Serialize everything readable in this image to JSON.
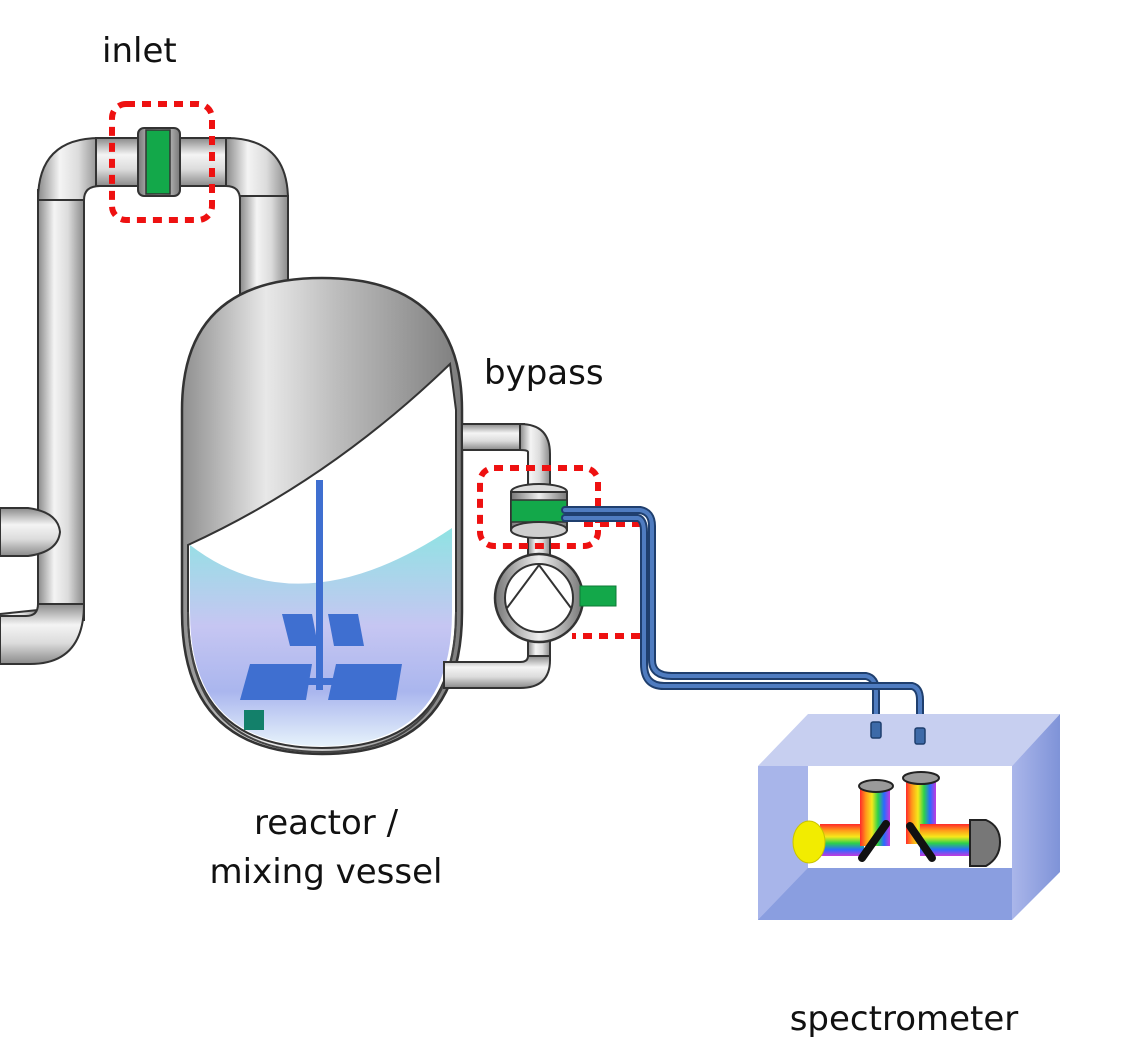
{
  "labels": {
    "inlet": "inlet",
    "bypass": "bypass",
    "reactor_line1": "reactor /",
    "reactor_line2": "mixing vessel",
    "spectrometer": "spectrometer"
  },
  "colors": {
    "pipe_outline": "#333333",
    "sensor_green": "#13a84a",
    "highlight_box": "#ee1111",
    "fiber_blue": "#3d6aa8",
    "impeller_blue": "#3f6fd0",
    "liquid_top": "#8fe3e3",
    "liquid_mid": "#c6c6f2",
    "spectrometer_box": "#8c9fe0",
    "light_source": "#f2ec00",
    "detector": "#777777"
  },
  "icons": [
    "pipe",
    "inline-sensor",
    "reactor-vessel",
    "impeller",
    "pump",
    "fiber-optic-cable",
    "spectrometer",
    "light-source",
    "mirror",
    "detector"
  ]
}
